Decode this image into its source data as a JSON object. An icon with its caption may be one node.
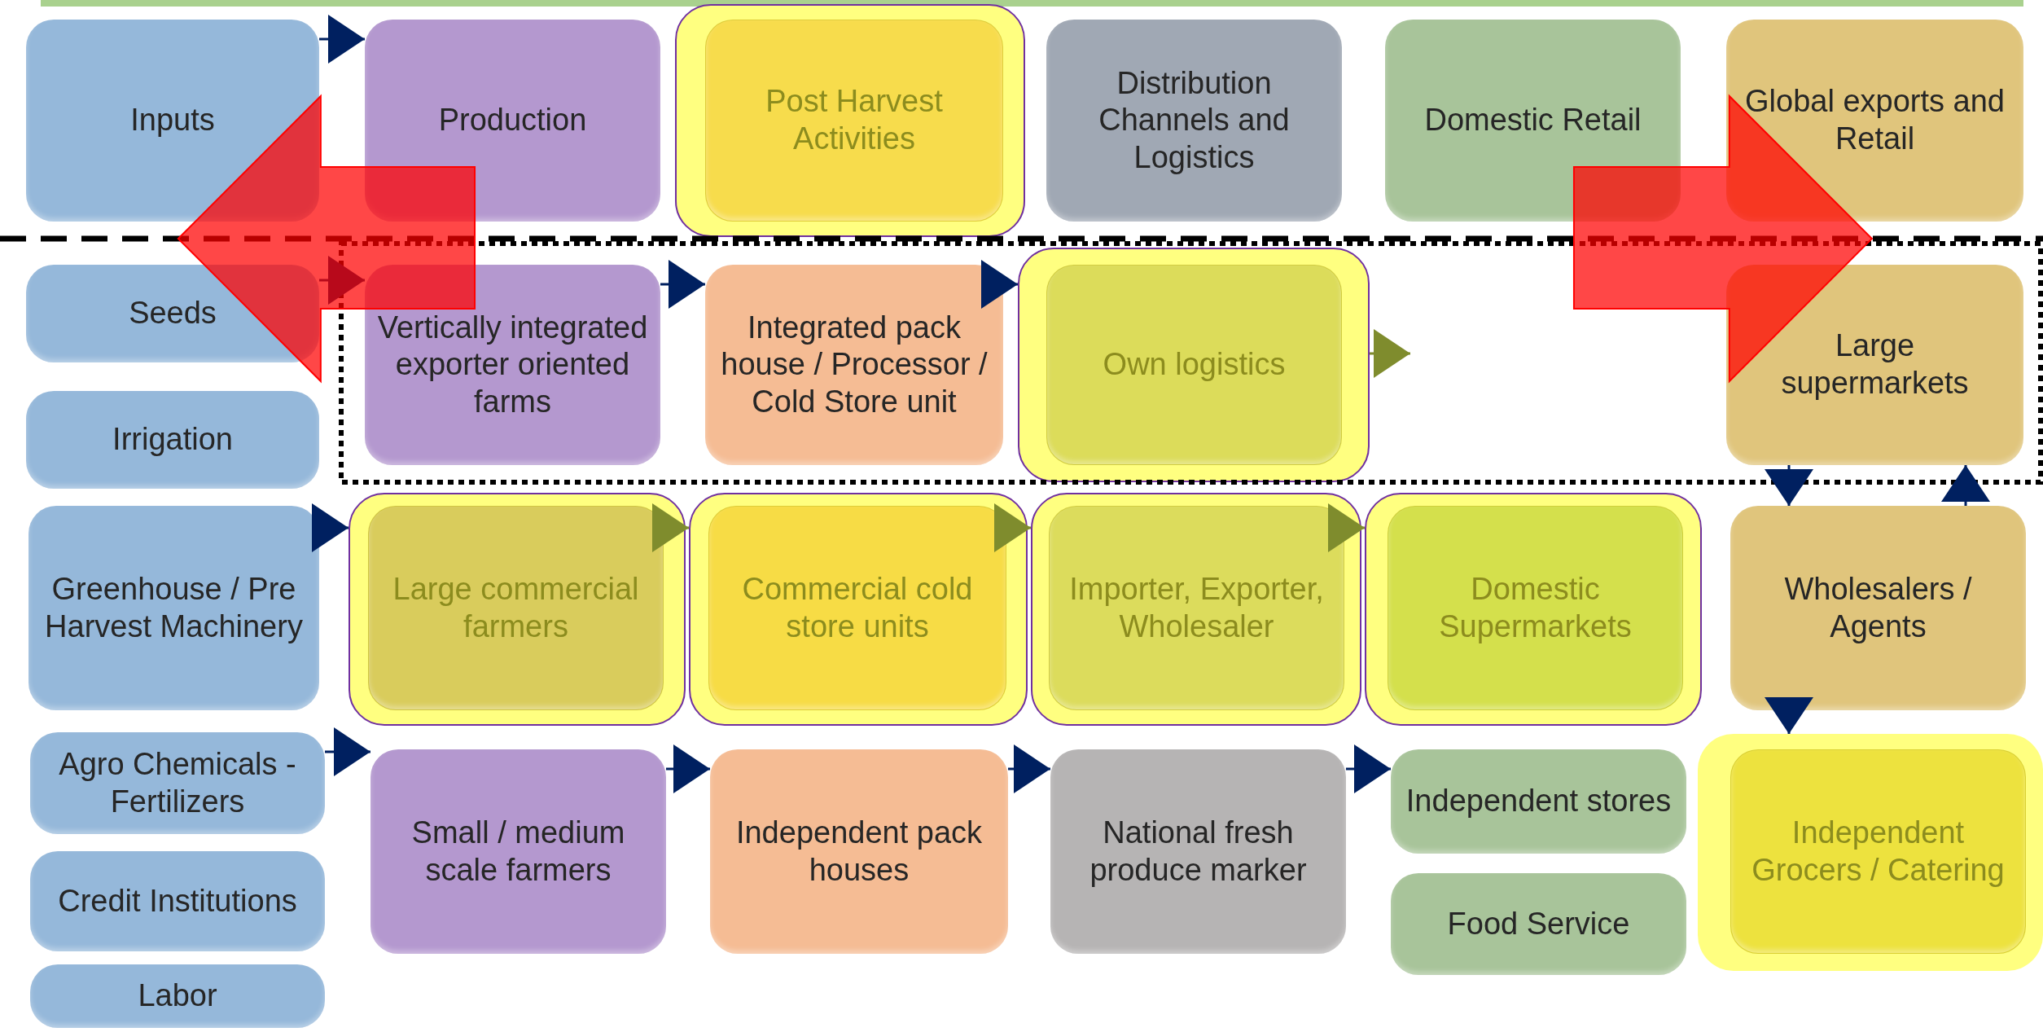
{
  "diagram": {
    "nodes": [
      {
        "text": [
          "Inputs"
        ]
      },
      {
        "text": [
          "Production"
        ]
      },
      {
        "text": [
          "Post Harvest Activities"
        ]
      },
      {
        "text": [
          "Distribution Channels and Logistics"
        ]
      },
      {
        "text": [
          "Domestic Retail"
        ]
      },
      {
        "text": [
          "Global exports and Retail"
        ]
      },
      {
        "text": [
          "Seeds"
        ]
      },
      {
        "text": [
          "Irrigation"
        ]
      },
      {
        "text": [
          "Vertically integrated exporter oriented farms"
        ]
      },
      {
        "text": [
          "Integrated pack house / Processor / Cold Store unit"
        ]
      },
      {
        "text": [
          "Own logistics"
        ]
      },
      {
        "text": [
          "Large supermarkets"
        ]
      },
      {
        "text": [
          "Greenhouse / Pre Harvest Machinery"
        ]
      },
      {
        "text": [
          "Large commercial farmers"
        ]
      },
      {
        "text": [
          "Commercial cold store units"
        ]
      },
      {
        "text": [
          "Importer, Exporter, Wholesaler"
        ]
      },
      {
        "text": [
          "Domestic Supermarkets"
        ]
      },
      {
        "text": [
          "Wholesalers / Agents"
        ]
      },
      {
        "text": [
          "Agro Chemicals - Fertilizers"
        ]
      },
      {
        "text": [
          "Credit Institutions"
        ]
      },
      {
        "text": [
          "Labor"
        ]
      },
      {
        "text": [
          "Small / medium scale farmers"
        ]
      },
      {
        "text": [
          "Independent pack houses"
        ]
      },
      {
        "text": [
          "National fresh produce marker"
        ]
      },
      {
        "text": [
          "Independent stores"
        ]
      },
      {
        "text": [
          "Food Service"
        ]
      },
      {
        "text": [
          "Independent Grocers / Catering"
        ]
      }
    ],
    "edges": [
      {
        "from": 0,
        "to": 1,
        "arrow": "to"
      },
      {
        "from": 6,
        "to": 8,
        "arrow": "to"
      },
      {
        "from": 8,
        "to": 9,
        "arrow": "to"
      },
      {
        "from": 9,
        "to": 10,
        "arrow": "to"
      },
      {
        "from": 10,
        "to": null,
        "arrow": "to",
        "color": "#7f8c2d"
      },
      {
        "from": 12,
        "to": 13,
        "arrow": "to"
      },
      {
        "from": 13,
        "to": 14,
        "arrow": "to",
        "color": "#7f8c2d"
      },
      {
        "from": 14,
        "to": 15,
        "arrow": "to",
        "color": "#7f8c2d"
      },
      {
        "from": 15,
        "to": 16,
        "arrow": "to",
        "color": "#7f8c2d"
      },
      {
        "from": 18,
        "to": 21,
        "arrow": "to"
      },
      {
        "from": 21,
        "to": 22,
        "arrow": "to"
      },
      {
        "from": 22,
        "to": 23,
        "arrow": "to"
      },
      {
        "from": 23,
        "to": 24,
        "arrow": "to"
      },
      {
        "from": 11,
        "to": 17,
        "arrow": "to"
      },
      {
        "from": 17,
        "to": 11,
        "arrow": "to"
      },
      {
        "from": 17,
        "to": 26,
        "arrow": "to"
      },
      {
        "from": 1,
        "to": 0,
        "arrow": "to",
        "style": "thick",
        "color": "#ff0000"
      },
      {
        "from": 4,
        "to": 5,
        "arrow": "to",
        "style": "thick",
        "color": "#ff0000"
      }
    ]
  }
}
